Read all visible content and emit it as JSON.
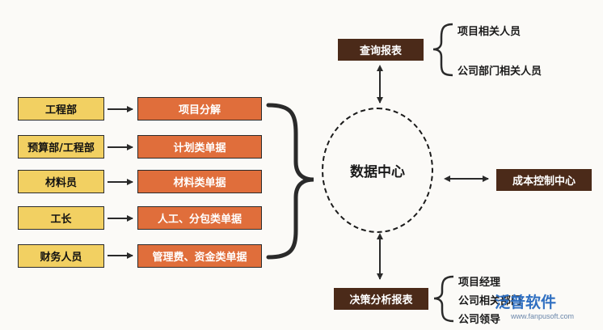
{
  "roles": [
    "工程部",
    "预算部/工程部",
    "材料员",
    "工长",
    "财务人员"
  ],
  "documents": [
    "项目分解",
    "计划类单据",
    "材料类单据",
    "人工、分包类单据",
    "管理费、资金类单据"
  ],
  "center": "数据中心",
  "query_report": {
    "title": "查询报表",
    "items": [
      "项目相关人员",
      "公司部门相关人员"
    ]
  },
  "decision_report": {
    "title": "决策分析报表",
    "items": [
      "项目经理",
      "公司相关部门",
      "公司领导"
    ]
  },
  "cost_center": "成本控制中心",
  "watermark": {
    "name": "泛普软件",
    "url": "www.fanpusoft.com"
  },
  "colors": {
    "role_fill": "#f2d062",
    "document_fill": "#e06e3b",
    "dark_box": "#4b2a19"
  }
}
